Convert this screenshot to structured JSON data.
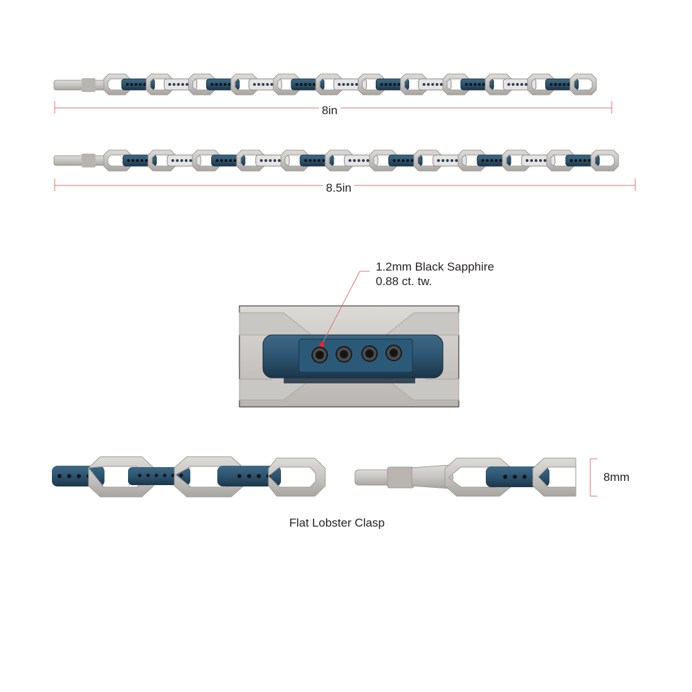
{
  "image": {
    "description_labels": {
      "length_short": "8in",
      "length_long": "8.5in",
      "stone_size": "1.2mm Black Sapphire",
      "stone_weight": "0.88 ct. tw.",
      "width": "8mm",
      "clasp": "Flat Lobster Clasp"
    },
    "colors": {
      "steel": "#c9c7c4",
      "steel_dark": "#a9a6a2",
      "blue_ip": "#2f5873",
      "blue_dark": "#1e3a4e",
      "measure_line": "#e07070",
      "pointer_dot": "#ff1e1e"
    }
  }
}
